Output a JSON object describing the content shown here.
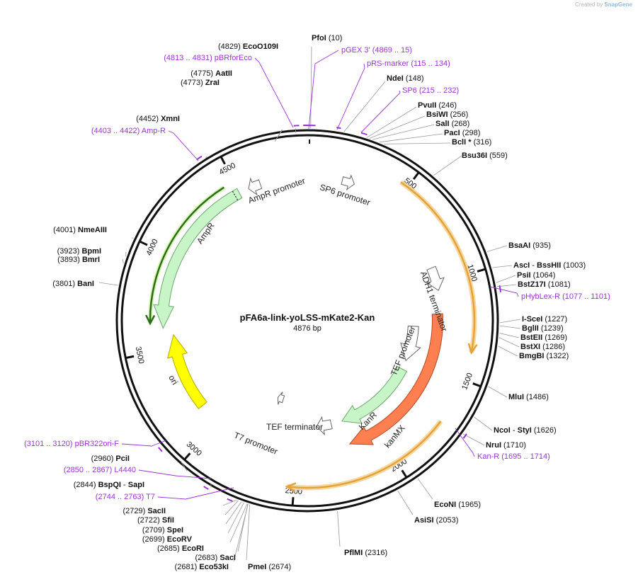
{
  "credit": {
    "prefix": "Created by",
    "brand": "SnapGene"
  },
  "plasmid": {
    "name": "pFA6a-link-yoLSS-mKate2-Kan",
    "size_label": "4876 bp"
  },
  "ring_ticks": [
    "500",
    "1000",
    "1500",
    "2000",
    "2500",
    "3000",
    "3500",
    "4000",
    "4500"
  ],
  "features": [
    {
      "id": "ampr-promoter",
      "label": "AmpR promoter"
    },
    {
      "id": "sp6-promoter",
      "label": "SP6 promoter"
    },
    {
      "id": "ampr",
      "label": "AmpR"
    },
    {
      "id": "adh1-terminator",
      "label": "ADH1 terminator"
    },
    {
      "id": "tef-promoter",
      "label": "TEF promoter"
    },
    {
      "id": "kanr",
      "label": "KanR"
    },
    {
      "id": "kanmx",
      "label": "kanMX"
    },
    {
      "id": "ori",
      "label": "ori"
    },
    {
      "id": "tef-terminator",
      "label": "TEF terminator"
    },
    {
      "id": "t7-promoter",
      "label": "T7 promoter"
    }
  ],
  "sites": [
    {
      "name": "PfoI",
      "pos": "(10)"
    },
    {
      "name": "NdeI",
      "pos": "(148)"
    },
    {
      "name": "PvuII",
      "pos": "(246)"
    },
    {
      "name": "BsiWI",
      "pos": "(256)"
    },
    {
      "name": "SalI",
      "pos": "(268)"
    },
    {
      "name": "PacI",
      "pos": "(298)"
    },
    {
      "name": "BclI *",
      "pos": "(316)"
    },
    {
      "name": "Bsu36I",
      "pos": "(559)"
    },
    {
      "name": "BsaAI",
      "pos": "(935)"
    },
    {
      "name": "AscI",
      "sep": "-",
      "name2": "BssHII",
      "pos": "(1003)"
    },
    {
      "name": "PsiI",
      "pos": "(1064)"
    },
    {
      "name": "BstZ17I",
      "pos": "(1081)"
    },
    {
      "name": "I-SceI",
      "pos": "(1227)"
    },
    {
      "name": "BglII",
      "pos": "(1239)"
    },
    {
      "name": "BstEII",
      "pos": "(1269)"
    },
    {
      "name": "BstXI",
      "pos": "(1286)"
    },
    {
      "name": "BmgBI",
      "pos": "(1322)"
    },
    {
      "name": "MluI",
      "pos": "(1486)"
    },
    {
      "name": "NcoI",
      "sep": "-",
      "name2": "StyI",
      "pos": "(1626)"
    },
    {
      "name": "NruI",
      "pos": "(1710)"
    },
    {
      "name": "EcoNI",
      "pos": "(1965)"
    },
    {
      "name": "AsiSI",
      "pos": "(2053)"
    },
    {
      "name": "PflMI",
      "pos": "(2316)"
    },
    {
      "name": "PmeI",
      "pos": "(2674)"
    },
    {
      "name": "Eco53kI",
      "pos": "(2681)"
    },
    {
      "name": "SacI",
      "pos": "(2683)"
    },
    {
      "name": "EcoRI",
      "pos": "(2685)"
    },
    {
      "name": "EcoRV",
      "pos": "(2699)"
    },
    {
      "name": "SpeI",
      "pos": "(2709)"
    },
    {
      "name": "SfiI",
      "pos": "(2722)"
    },
    {
      "name": "SacII",
      "pos": "(2729)"
    },
    {
      "name": "BspQI",
      "sep": "-",
      "name2": "SapI",
      "pos": "(2844)"
    },
    {
      "name": "PciI",
      "pos": "(2960)"
    },
    {
      "name": "BanI",
      "pos": "(3801)"
    },
    {
      "name": "BmrI",
      "pos": "(3893)"
    },
    {
      "name": "BpmI",
      "pos": "(3923)"
    },
    {
      "name": "NmeAIII",
      "pos": "(4001)"
    },
    {
      "name": "XmnI",
      "pos": "(4452)"
    },
    {
      "name": "ZraI",
      "pos": "(4773)"
    },
    {
      "name": "AatII",
      "pos": "(4775)"
    },
    {
      "name": "EcoO109I",
      "pos": "(4829)"
    }
  ],
  "primers": [
    {
      "name": "pGEX 3'",
      "range": "(4869 .. 15)"
    },
    {
      "name": "pRS-marker",
      "range": "(115 .. 134)"
    },
    {
      "name": "SP6",
      "range": "(215 .. 232)"
    },
    {
      "name": "pHybLex-R",
      "range": "(1077 .. 1101)"
    },
    {
      "name": "Kan-R",
      "range": "(1695 .. 1714)"
    },
    {
      "name": "pBR322ori-F",
      "range": "(3101 .. 3120)"
    },
    {
      "name": "L4440",
      "range": "(2850 .. 2867)"
    },
    {
      "name": "T7",
      "range": "(2744 .. 2763)"
    },
    {
      "name": "Amp-R",
      "range": "(4403 .. 4422)"
    },
    {
      "name": "pBRforEco",
      "range": "(4813 .. 4831)"
    }
  ],
  "colors": {
    "primer": "#9b33d6",
    "ampr_fill": "#c8f5c8",
    "ampr_outline": "#2a6e1a",
    "kanmx": "#ff7f50",
    "ori": "#ffff00",
    "orf_highlight": "#e5a23a",
    "backbone": "#111111"
  }
}
